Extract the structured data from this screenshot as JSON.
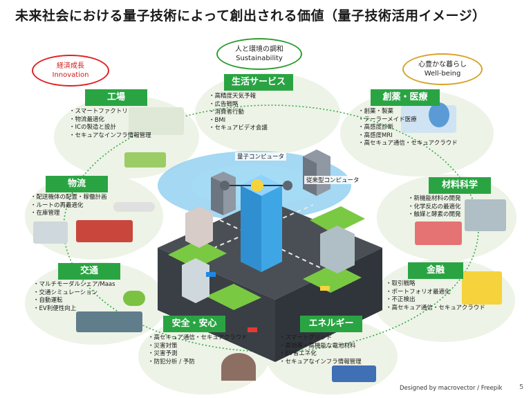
{
  "title": "未来社会における量子技術によって創出される価値（量子技術活用イメージ）",
  "themes": {
    "econ": {
      "line1": "経済成長",
      "line2": "Innovation",
      "color": "#e02020"
    },
    "sus": {
      "line1": "人と環境の調和",
      "line2": "Sustainability",
      "color": "#2e9d2e"
    },
    "well": {
      "line1": "心豊かな暮らし",
      "line2": "Well-being",
      "color": "#d8a227"
    }
  },
  "center": {
    "quantum_computer": "量子コンピュータ",
    "classical_computer": "従来型コンピュータ"
  },
  "sections": {
    "factory": {
      "label": "工場",
      "items": [
        "スマートファクトリ",
        "物流最適化",
        "ICの製造と設計",
        "セキュアなインフラ情報管理"
      ]
    },
    "life": {
      "label": "生活サービス",
      "items": [
        "高精度天気予報",
        "広告戦略",
        "消費者行動",
        "BMI",
        "セキュアビデオ会議"
      ]
    },
    "medical": {
      "label": "創薬・医療",
      "items": [
        "創薬・製薬",
        "テーラーメイド医療",
        "高感度診断",
        "高感度MRI",
        "高セキュア通信・セキュアクラウド"
      ]
    },
    "logistics": {
      "label": "物流",
      "items": [
        "配送機体の配置・稼働計画",
        "ルートの再最適化",
        "在庫管理"
      ]
    },
    "materials": {
      "label": "材料科学",
      "items": [
        "新機能材料の開発",
        "化学反応の最適化",
        "触媒と酵素の開発"
      ]
    },
    "traffic": {
      "label": "交通",
      "items": [
        "マルチモーダルシェア/Maas",
        "交通シミュレーション",
        "自動運転",
        "EV利便性向上"
      ]
    },
    "finance": {
      "label": "金融",
      "items": [
        "取引戦略",
        "ポートフォリオ最適化",
        "不正検出",
        "高セキュア通信・セキュアクラウド"
      ]
    },
    "safety": {
      "label": "安全・安心",
      "items": [
        "高セキュア通信・セキュアクラウド",
        "災害対策",
        "災害予測",
        "防犯分析 / 予防"
      ]
    },
    "energy": {
      "label": "エネルギー",
      "items": [
        "スマートグリッド",
        "高効率・高機能な電池材料",
        "EV省エネ化",
        "セキュアなインフラ情報管理"
      ]
    }
  },
  "colors": {
    "label_green": "#2aa443",
    "blob": "#edf3e6",
    "dome": "#7ec8ee"
  },
  "footer": "Designed by macrovector / Freepik",
  "page_number": "5"
}
